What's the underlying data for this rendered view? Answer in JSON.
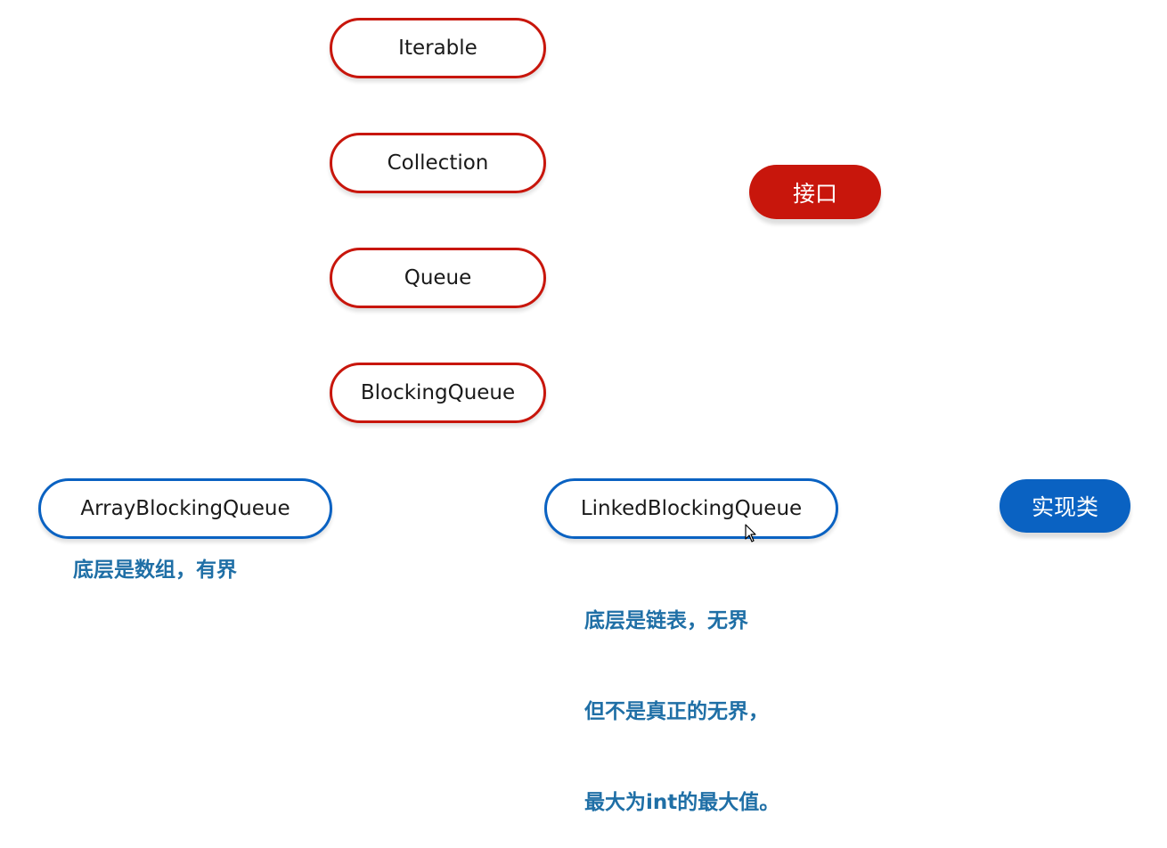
{
  "interfaces": {
    "iterable": "Iterable",
    "collection": "Collection",
    "queue": "Queue",
    "blocking_queue": "BlockingQueue"
  },
  "implementations": {
    "array": "ArrayBlockingQueue",
    "linked": "LinkedBlockingQueue"
  },
  "legend": {
    "interface_label": "接口",
    "implementation_label": "实现类",
    "interface_color": "#c8160c",
    "implementation_color": "#0a62c2"
  },
  "notes": {
    "array_note": "底层是数组，有界",
    "linked_note_lines": [
      "底层是链表，无界",
      "但不是真正的无界，",
      "最大为int的最大值。"
    ]
  }
}
